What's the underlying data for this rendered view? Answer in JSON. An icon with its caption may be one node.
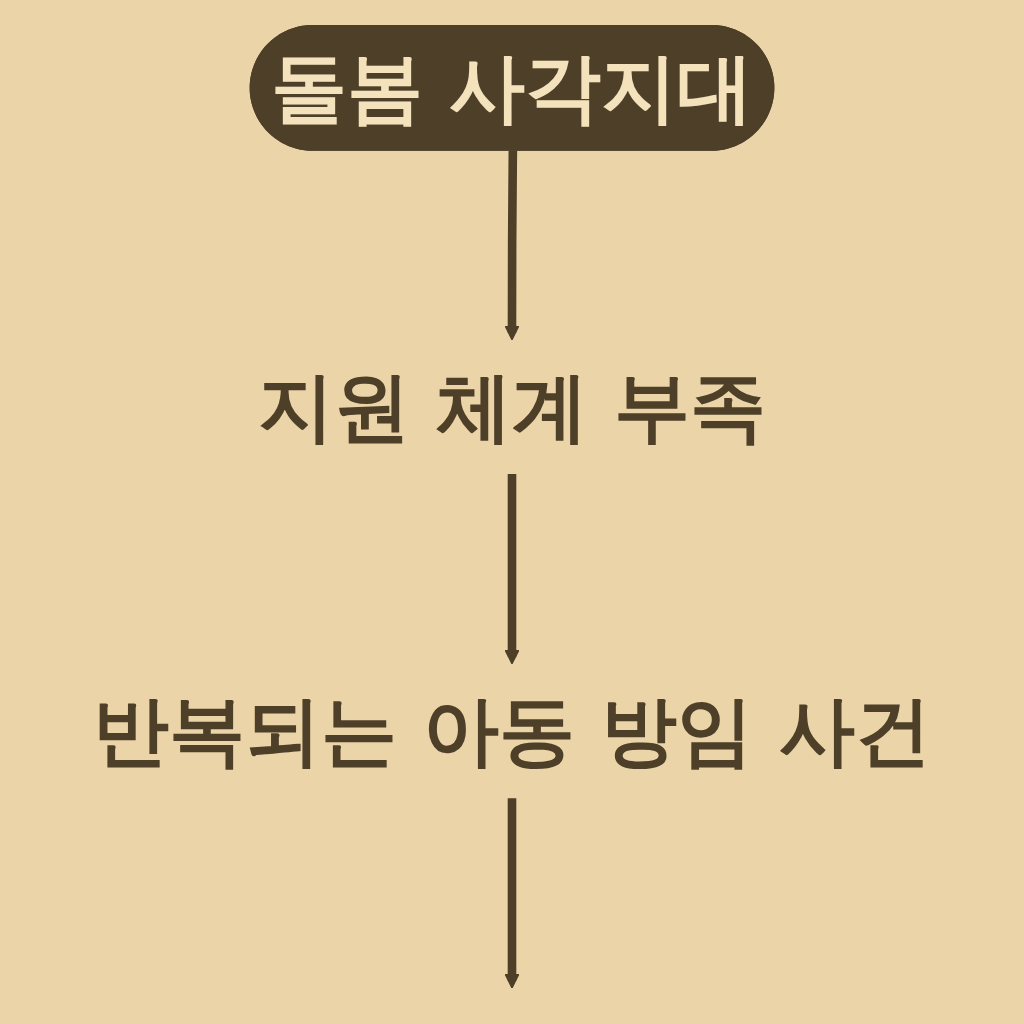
{
  "diagram": {
    "nodes": [
      {
        "text": [
          "돌봄 사각지대"
        ]
      },
      {
        "text": [
          "지원 체계 부족"
        ]
      },
      {
        "text": [
          "반복되는 아동 방임 사건"
        ]
      }
    ],
    "edges": [
      {
        "from": 0,
        "to": 1,
        "arrow": "to"
      },
      {
        "from": 1,
        "to": 2,
        "arrow": "to"
      },
      {
        "from": 2,
        "to": null,
        "arrow": "to"
      }
    ]
  }
}
